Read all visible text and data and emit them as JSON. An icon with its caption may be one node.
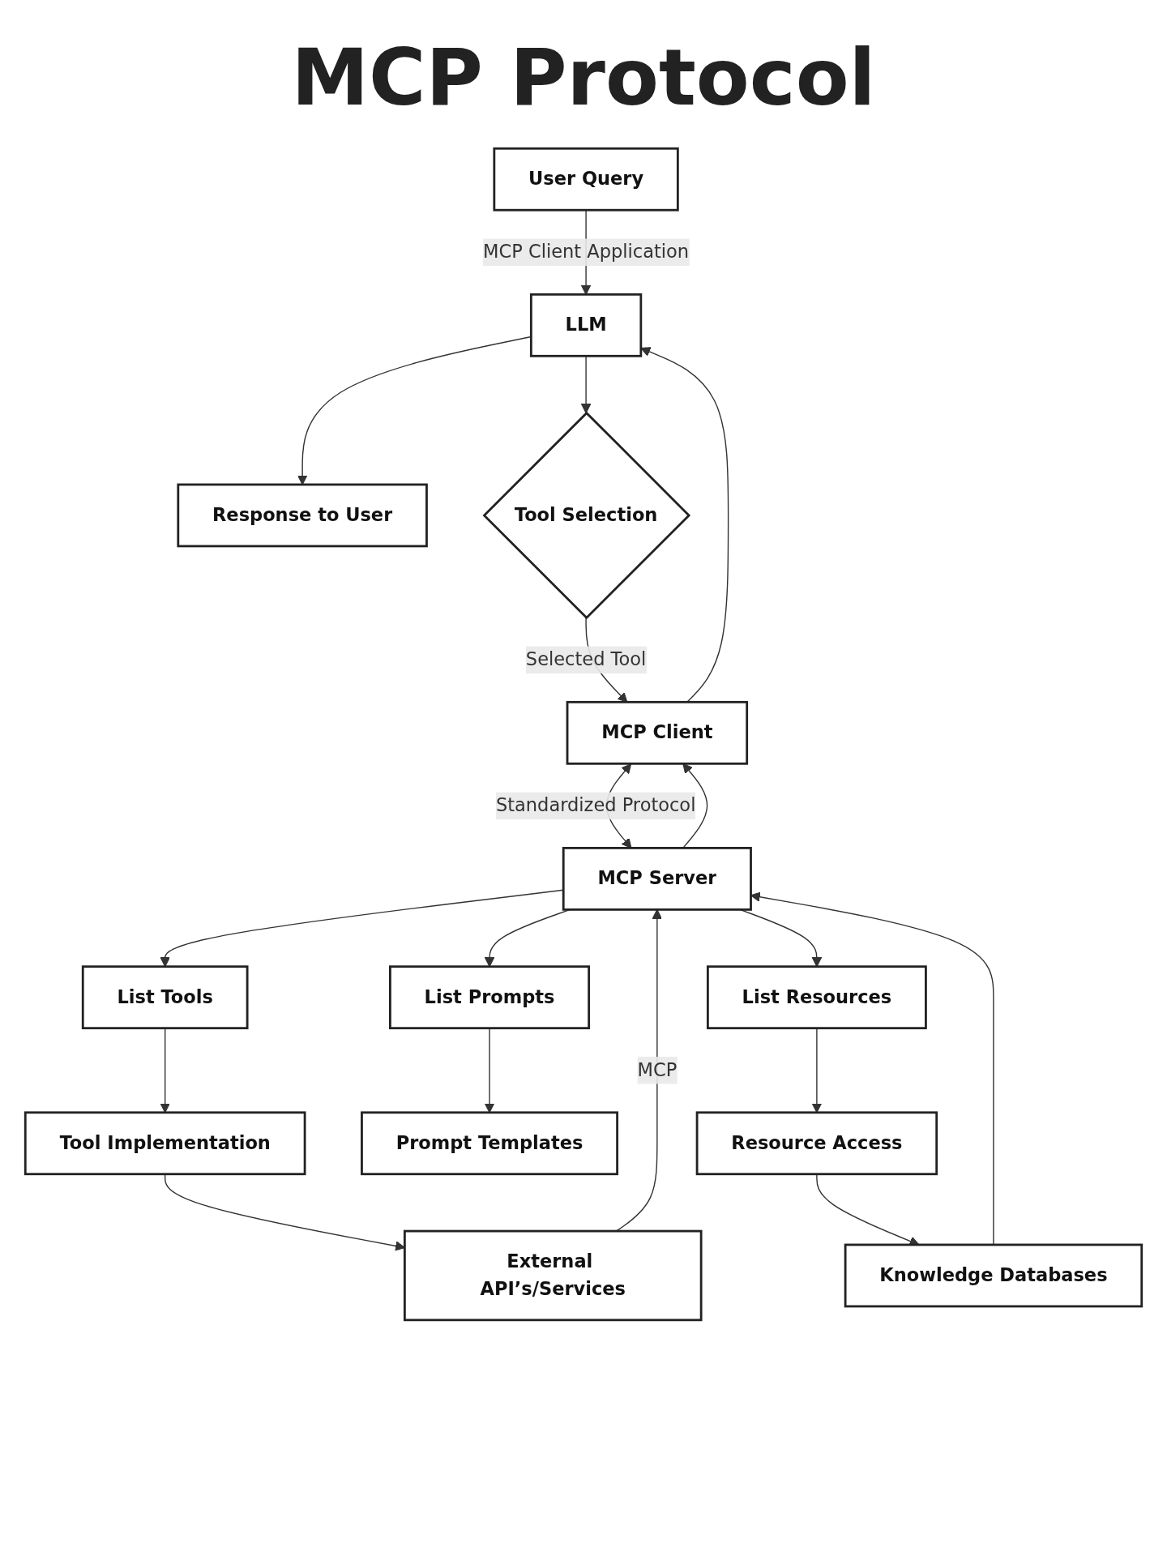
{
  "diagram": {
    "title": "MCP Protocol",
    "nodes": [
      {
        "text": [
          "User Query"
        ]
      },
      {
        "text": [
          "LLM"
        ]
      },
      {
        "text": [
          "Response to User"
        ]
      },
      {
        "text": [
          "Tool Selection"
        ]
      },
      {
        "text": [
          "MCP Client"
        ]
      },
      {
        "text": [
          "MCP Server"
        ]
      },
      {
        "text": [
          "List Tools"
        ]
      },
      {
        "text": [
          "List Prompts"
        ]
      },
      {
        "text": [
          "List Resources"
        ]
      },
      {
        "text": [
          "Tool Implementation"
        ]
      },
      {
        "text": [
          "Prompt Templates"
        ]
      },
      {
        "text": [
          "Resource Access"
        ]
      },
      {
        "text": [
          "External API’s/Services"
        ]
      },
      {
        "text": [
          "Knowledge Databases"
        ]
      }
    ],
    "edges": [
      {
        "from": 0,
        "to": 1,
        "arrow": "to",
        "label": "MCP Client Application"
      },
      {
        "from": 1,
        "to": 2,
        "arrow": "to"
      },
      {
        "from": 1,
        "to": 3,
        "arrow": "to"
      },
      {
        "from": 3,
        "to": 4,
        "arrow": "to",
        "label": "Selected Tool"
      },
      {
        "from": 4,
        "to": 1,
        "arrow": "to"
      },
      {
        "from": 4,
        "to": 5,
        "arrow": "both",
        "label": "Standardized Protocol"
      },
      {
        "from": 5,
        "to": 4,
        "arrow": "to"
      },
      {
        "from": 5,
        "to": 6,
        "arrow": "to"
      },
      {
        "from": 5,
        "to": 7,
        "arrow": "to"
      },
      {
        "from": 5,
        "to": 8,
        "arrow": "to"
      },
      {
        "from": 6,
        "to": 9,
        "arrow": "to"
      },
      {
        "from": 7,
        "to": 10,
        "arrow": "to"
      },
      {
        "from": 8,
        "to": 11,
        "arrow": "to"
      },
      {
        "from": 9,
        "to": 12,
        "arrow": "to"
      },
      {
        "from": 11,
        "to": 13,
        "arrow": "to"
      },
      {
        "from": 12,
        "to": 5,
        "arrow": "to",
        "label": "MCP"
      },
      {
        "from": 13,
        "to": 5,
        "arrow": "to"
      }
    ]
  }
}
